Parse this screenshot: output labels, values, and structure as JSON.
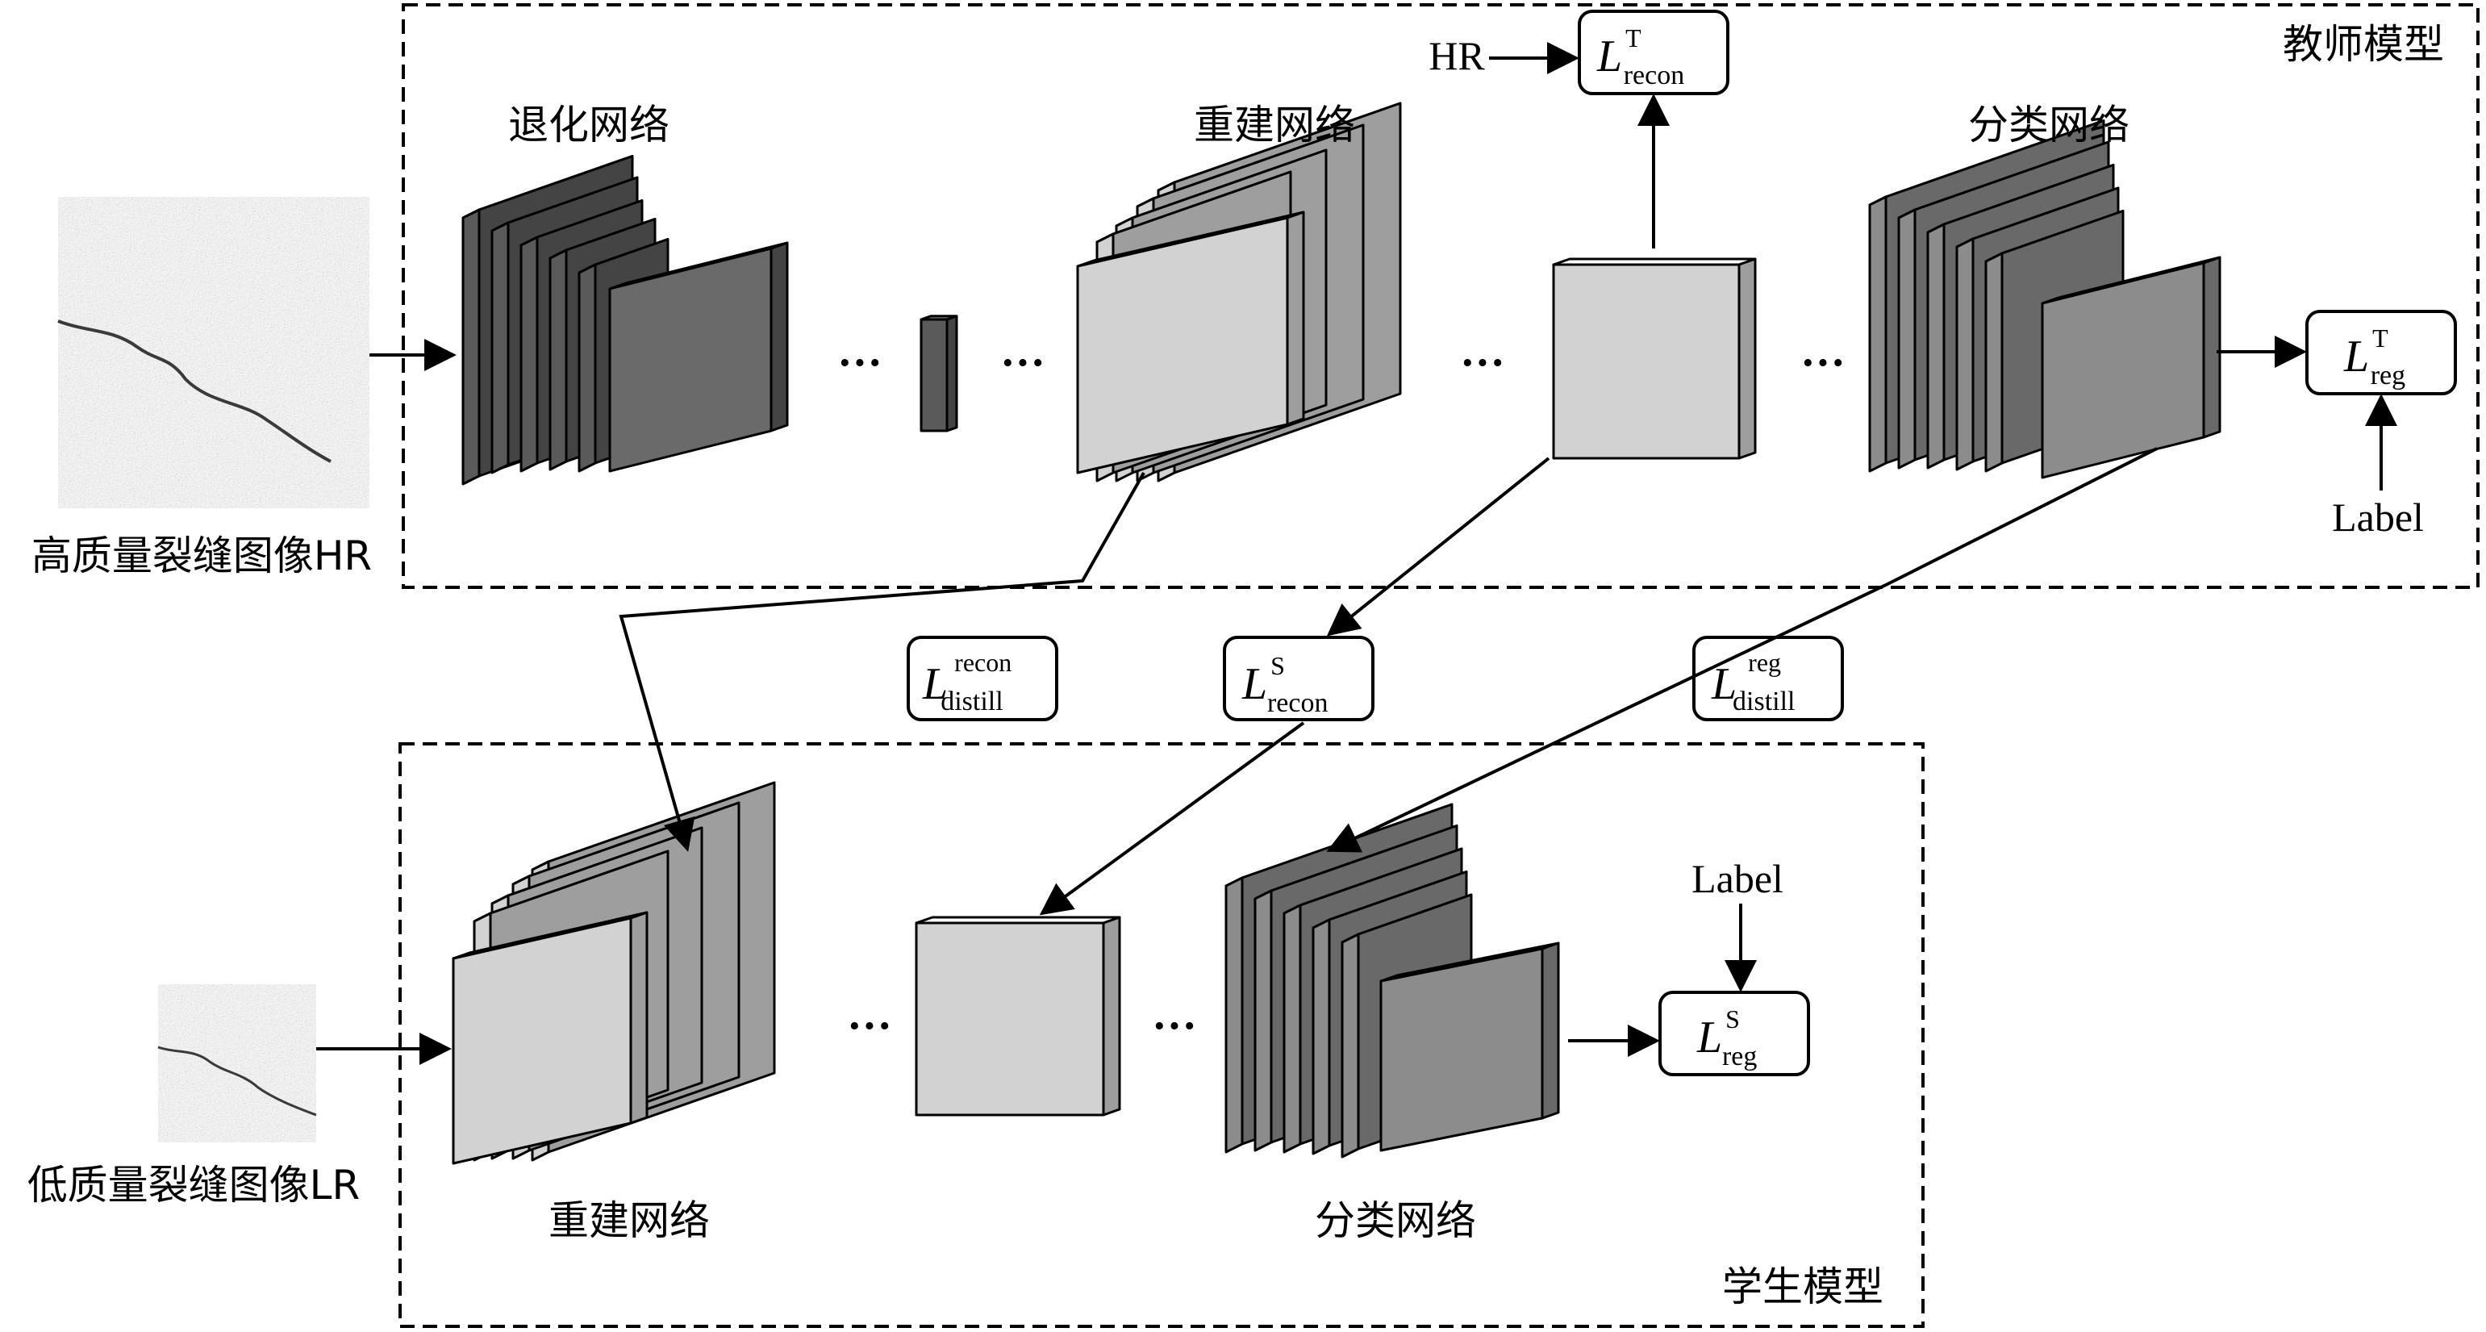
{
  "teacher_box_label": "教师模型",
  "student_box_label": "学生模型",
  "hr_image_label": "高质量裂缝图像HR",
  "lr_image_label": "低质量裂缝图像LR",
  "teacher": {
    "degrade_label": "退化网络",
    "recon_label": "重建网络",
    "cls_label": "分类网络",
    "hr_input": "HR",
    "label_input": "Label"
  },
  "student": {
    "recon_label": "重建网络",
    "cls_label": "分类网络",
    "label_input": "Label"
  },
  "ellipsis": "···",
  "losses": {
    "t_recon": {
      "main": "L",
      "sup": "T",
      "sub": "recon"
    },
    "t_reg": {
      "main": "L",
      "sup": "T",
      "sub": "reg"
    },
    "distill_recon": {
      "main": "L",
      "sup": "recon",
      "sub": "distill"
    },
    "s_recon": {
      "main": "L",
      "sup": "S",
      "sub": "recon"
    },
    "distill_reg": {
      "main": "L",
      "sup": "reg",
      "sub": "distill"
    },
    "s_reg": {
      "main": "L",
      "sup": "S",
      "sub": "reg"
    }
  },
  "colors": {
    "dark_block": "#5a5a5a",
    "mid_block": "#8c8c8c",
    "light_block": "#d2d2d2",
    "crack_bg": "#c4c4c4"
  }
}
